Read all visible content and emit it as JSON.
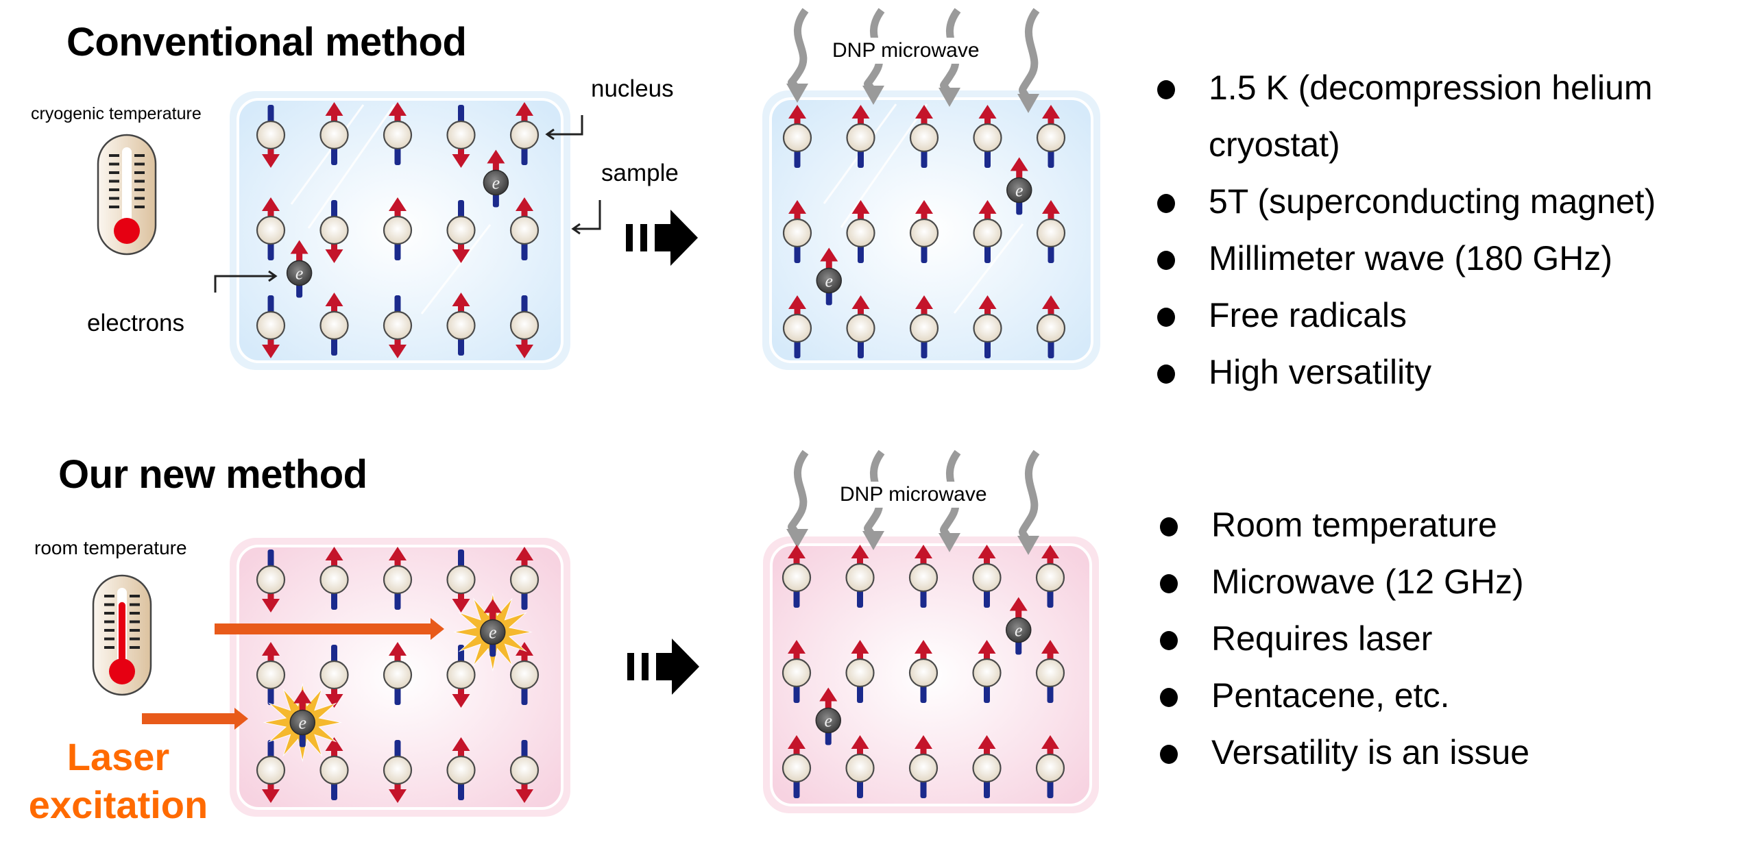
{
  "sections": {
    "conventional": {
      "title": "Conventional method",
      "temperature_label": "cryogenic temperature",
      "thermometer_level": 0.05,
      "labels": {
        "nucleus": "nucleus",
        "sample": "sample",
        "electrons": "electrons"
      },
      "microwave_label": "DNP microwave",
      "before_panel": {
        "tint": "blue",
        "spins": [
          [
            "down",
            "up",
            "up",
            "down",
            "up"
          ],
          [
            "up",
            "down",
            "up",
            "down",
            "up"
          ],
          [
            "down",
            "up",
            "down",
            "up",
            "down"
          ]
        ],
        "electrons": [
          {
            "col": 3.55,
            "row": 0.5,
            "excited": false
          },
          {
            "col": 0.45,
            "row": 1.45,
            "excited": false
          }
        ]
      },
      "after_panel": {
        "tint": "blue",
        "spins": [
          [
            "up",
            "up",
            "up",
            "up",
            "up"
          ],
          [
            "up",
            "up",
            "up",
            "up",
            "up"
          ],
          [
            "up",
            "up",
            "up",
            "up",
            "up"
          ]
        ],
        "electrons": [
          {
            "col": 3.5,
            "row": 0.55,
            "excited": false
          },
          {
            "col": 0.5,
            "row": 1.5,
            "excited": false
          }
        ]
      },
      "bullets": [
        "1.5 K (decompression helium cryostat)",
        "5T (superconducting magnet)",
        "Millimeter wave (180 GHz)",
        "Free radicals",
        "High versatility"
      ],
      "bullet_first_line": "1.5 K (decompression helium",
      "bullet_first_cont": "cryostat)"
    },
    "new": {
      "title": "Our new method",
      "temperature_label": "room temperature",
      "thermometer_level": 0.85,
      "laser_label_line1": "Laser",
      "laser_label_line2": "excitation",
      "microwave_label": "DNP microwave",
      "before_panel": {
        "tint": "pink",
        "spins": [
          [
            "down",
            "up",
            "up",
            "down",
            "up"
          ],
          [
            "up",
            "down",
            "up",
            "down",
            "up"
          ],
          [
            "down",
            "up",
            "down",
            "up",
            "down"
          ]
        ],
        "electrons": [
          {
            "col": 3.5,
            "row": 0.55,
            "excited": true
          },
          {
            "col": 0.5,
            "row": 1.5,
            "excited": true
          }
        ]
      },
      "after_panel": {
        "tint": "pink",
        "spins": [
          [
            "up",
            "up",
            "up",
            "up",
            "up"
          ],
          [
            "up",
            "up",
            "up",
            "up",
            "up"
          ],
          [
            "up",
            "up",
            "up",
            "up",
            "up"
          ]
        ],
        "electrons": [
          {
            "col": 3.5,
            "row": 0.55,
            "excited": false
          },
          {
            "col": 0.5,
            "row": 1.5,
            "excited": false
          }
        ]
      },
      "bullets": [
        "Room temperature",
        "Microwave (12 GHz)",
        "Requires laser",
        "Pentacene, etc.",
        "Versatility is an issue"
      ]
    }
  },
  "colors": {
    "spin_up_arrow": "#c4142a",
    "spin_tail": "#1b2a8c",
    "nucleus_fill": "#ede4d6",
    "electron_fill": "#555555",
    "microwave": "#9a9a9a",
    "laser_arrow": "#e85a1a",
    "laser_text": "#ff6a00",
    "star": "#f5b82e",
    "panel_blue": "#dcedfa",
    "panel_pink": "#f9dbe6",
    "thermo_red": "#e60012"
  }
}
